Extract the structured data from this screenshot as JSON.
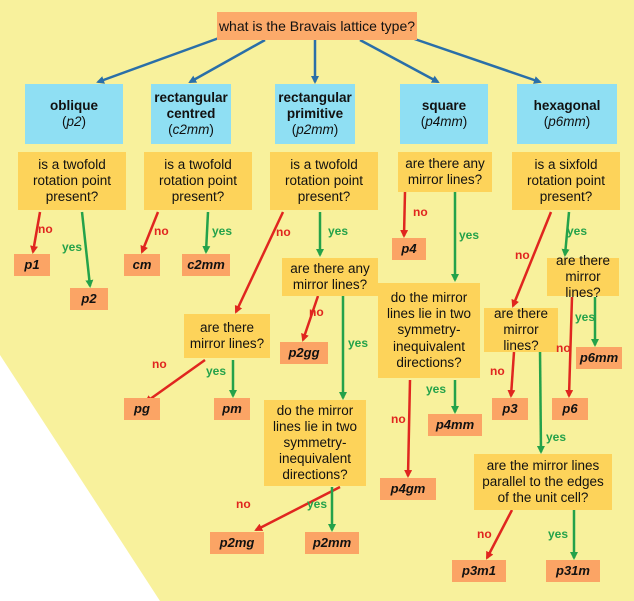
{
  "root_question": "what is the Bravais lattice type?",
  "lattices": [
    {
      "name": "oblique",
      "symbol": "p2"
    },
    {
      "name": "rectangular centred",
      "symbol": "c2mm"
    },
    {
      "name": "rectangular primitive",
      "symbol": "p2mm"
    },
    {
      "name": "square",
      "symbol": "p4mm"
    },
    {
      "name": "hexagonal",
      "symbol": "p6mm"
    }
  ],
  "questions": {
    "oblique_twofold": "is a twofold rotation point present?",
    "centred_twofold": "is a twofold rotation point present?",
    "primitive_twofold": "is a twofold rotation point present?",
    "primitive_any_mirror": "are there any mirror lines?",
    "primitive_mirror": "are there mirror lines?",
    "primitive_two_dirs": "do the mirror lines lie in two symmetry-inequivalent directions?",
    "square_any_mirror": "are there any mirror lines?",
    "square_two_dirs": "do the mirror lines lie in two symmetry-inequivalent directions?",
    "hex_sixfold": "is a sixfold rotation point present?",
    "hex_mirror_a": "are there mirror lines?",
    "hex_mirror_b": "are there mirror lines?",
    "hex_parallel": "are the mirror lines parallel to the edges of the unit cell?"
  },
  "results": {
    "p1": "p1",
    "p2": "p2",
    "cm": "cm",
    "c2mm": "c2mm",
    "p2gg": "p2gg",
    "pg": "pg",
    "pm": "pm",
    "p2mg": "p2mg",
    "p2mm": "p2mm",
    "p4": "p4",
    "p4mm": "p4mm",
    "p4gm": "p4gm",
    "p6mm": "p6mm",
    "p3": "p3",
    "p6": "p6",
    "p3m1": "p3m1",
    "p31m": "p31m"
  },
  "answers": {
    "no": "no",
    "yes": "yes"
  },
  "colors": {
    "background": "#f8f19c",
    "question": "#fdd35a",
    "result": "#fba465",
    "lattice": "#8fdff3",
    "arrow_blue": "#2a6fa8",
    "arrow_red": "#e0261f",
    "arrow_green": "#24a24a"
  }
}
